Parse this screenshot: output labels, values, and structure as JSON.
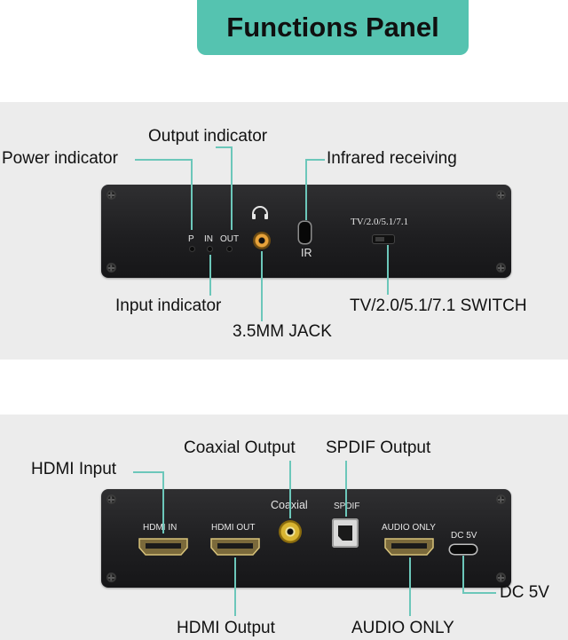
{
  "title": "Functions Panel",
  "top_panel": {
    "callouts": {
      "output_indicator": "Output indicator",
      "power_indicator": "Power indicator",
      "infrared_receiving": "Infrared receiving",
      "input_indicator": "Input indicator",
      "jack": "3.5MM JACK",
      "switch": "TV/2.0/5.1/7.1 SWITCH"
    },
    "device_labels": {
      "p": "P",
      "in": "IN",
      "out": "OUT",
      "ir": "IR",
      "switch_label": "TV/2.0/5.1/7.1"
    }
  },
  "bottom_panel": {
    "callouts": {
      "hdmi_input": "HDMI Input",
      "coaxial_output": "Coaxial Output",
      "spdif_output": "SPDIF Output",
      "hdmi_output": "HDMI Output",
      "audio_only": "AUDIO ONLY",
      "dc_5v": "DC 5V"
    },
    "device_labels": {
      "hdmi_in": "HDMI IN",
      "hdmi_out": "HDMI OUT",
      "coaxial": "Coaxial",
      "spdif": "SPDIF",
      "audio_only": "AUDIO ONLY",
      "dc_5v": "DC 5V"
    }
  },
  "colors": {
    "accent": "#55c3b0",
    "leader_line": "#6cc7ba",
    "band": "#ececec",
    "device_body": "#222224"
  }
}
